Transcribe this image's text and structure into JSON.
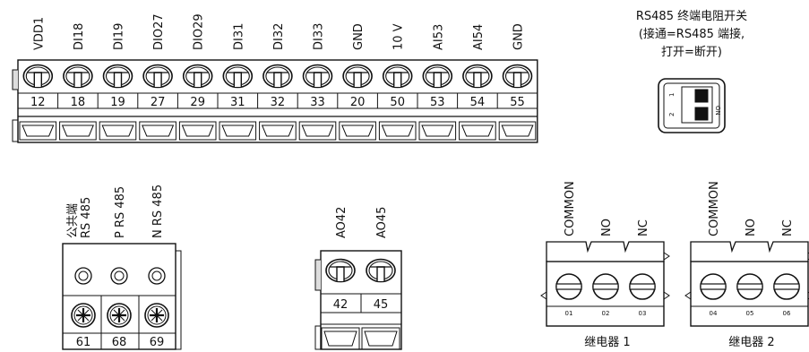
{
  "main_block": {
    "terminals": [
      {
        "name": "VDD1",
        "num": "12"
      },
      {
        "name": "DI18",
        "num": "18"
      },
      {
        "name": "DI19",
        "num": "19"
      },
      {
        "name": "DIO27",
        "num": "27"
      },
      {
        "name": "DIO29",
        "num": "29"
      },
      {
        "name": "DI31",
        "num": "31"
      },
      {
        "name": "DI32",
        "num": "32"
      },
      {
        "name": "DI33",
        "num": "33"
      },
      {
        "name": "GND",
        "num": "20"
      },
      {
        "name": "10 V",
        "num": "50"
      },
      {
        "name": "AI53",
        "num": "53"
      },
      {
        "name": "AI54",
        "num": "54"
      },
      {
        "name": "GND",
        "num": "55"
      }
    ]
  },
  "switch_note": {
    "line1": "RS485 终端电阻开关",
    "line2": "(接通=RS485 端接,",
    "line3": "打开=断开)",
    "pos1": "1",
    "pos2": "2",
    "on": "ON"
  },
  "rs485_block": {
    "labels": [
      {
        "line1": "公共端",
        "line2": "RS 485"
      },
      {
        "line1": "P RS 485",
        "line2": ""
      },
      {
        "line1": "N RS 485",
        "line2": ""
      }
    ],
    "nums": [
      "61",
      "68",
      "69"
    ]
  },
  "ao_block": {
    "terminals": [
      {
        "name": "AO42",
        "num": "42"
      },
      {
        "name": "AO45",
        "num": "45"
      }
    ]
  },
  "relay1": {
    "labels": [
      "COMMON",
      "NO",
      "NC"
    ],
    "nums": [
      "01",
      "02",
      "03"
    ],
    "caption": "继电器 1"
  },
  "relay2": {
    "labels": [
      "COMMON",
      "NO",
      "NC"
    ],
    "nums": [
      "04",
      "05",
      "06"
    ],
    "caption": "继电器 2"
  }
}
